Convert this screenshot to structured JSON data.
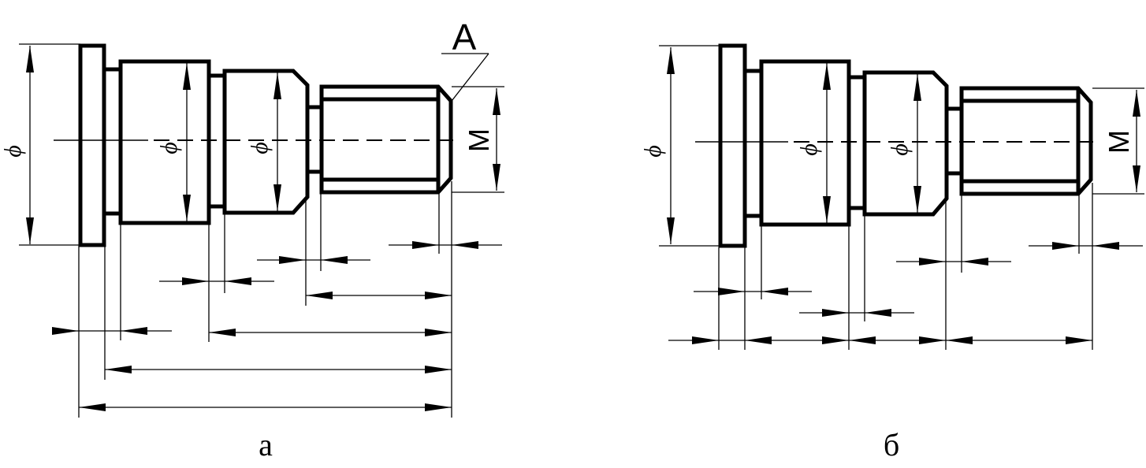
{
  "variants": [
    {
      "caption": "а",
      "diameter_symbol": "ϕ",
      "thread_label": "М",
      "callout_label": "А"
    },
    {
      "caption": "б",
      "diameter_symbol": "ϕ",
      "thread_label": "М"
    }
  ]
}
